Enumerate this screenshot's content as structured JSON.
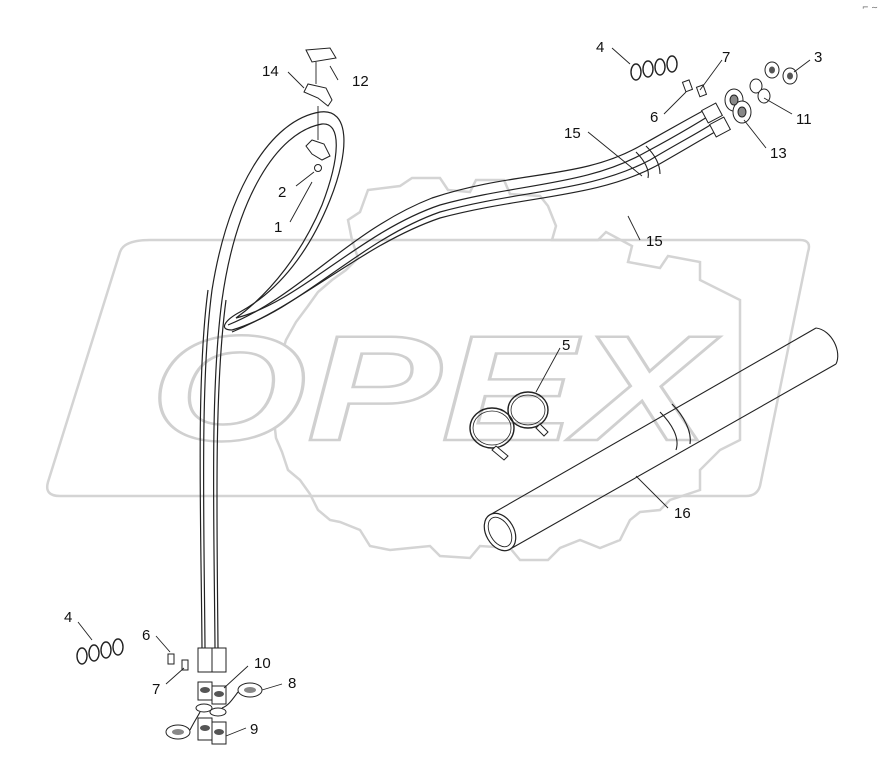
{
  "watermark": {
    "text": "OPEX",
    "color": "#d0d0d0"
  },
  "corner_mark": "⌐ ∼",
  "labels": {
    "p1": "1",
    "p2": "2",
    "p3": "3",
    "p4_top": "4",
    "p4_bottom": "4",
    "p5": "5",
    "p6_top": "6",
    "p6_bottom": "6",
    "p7_top": "7",
    "p7_bottom": "7",
    "p8": "8",
    "p9": "9",
    "p10": "10",
    "p11": "11",
    "p12": "12",
    "p13": "13",
    "p14": "14",
    "p15_a": "15",
    "p15_b": "15",
    "p16": "16"
  }
}
